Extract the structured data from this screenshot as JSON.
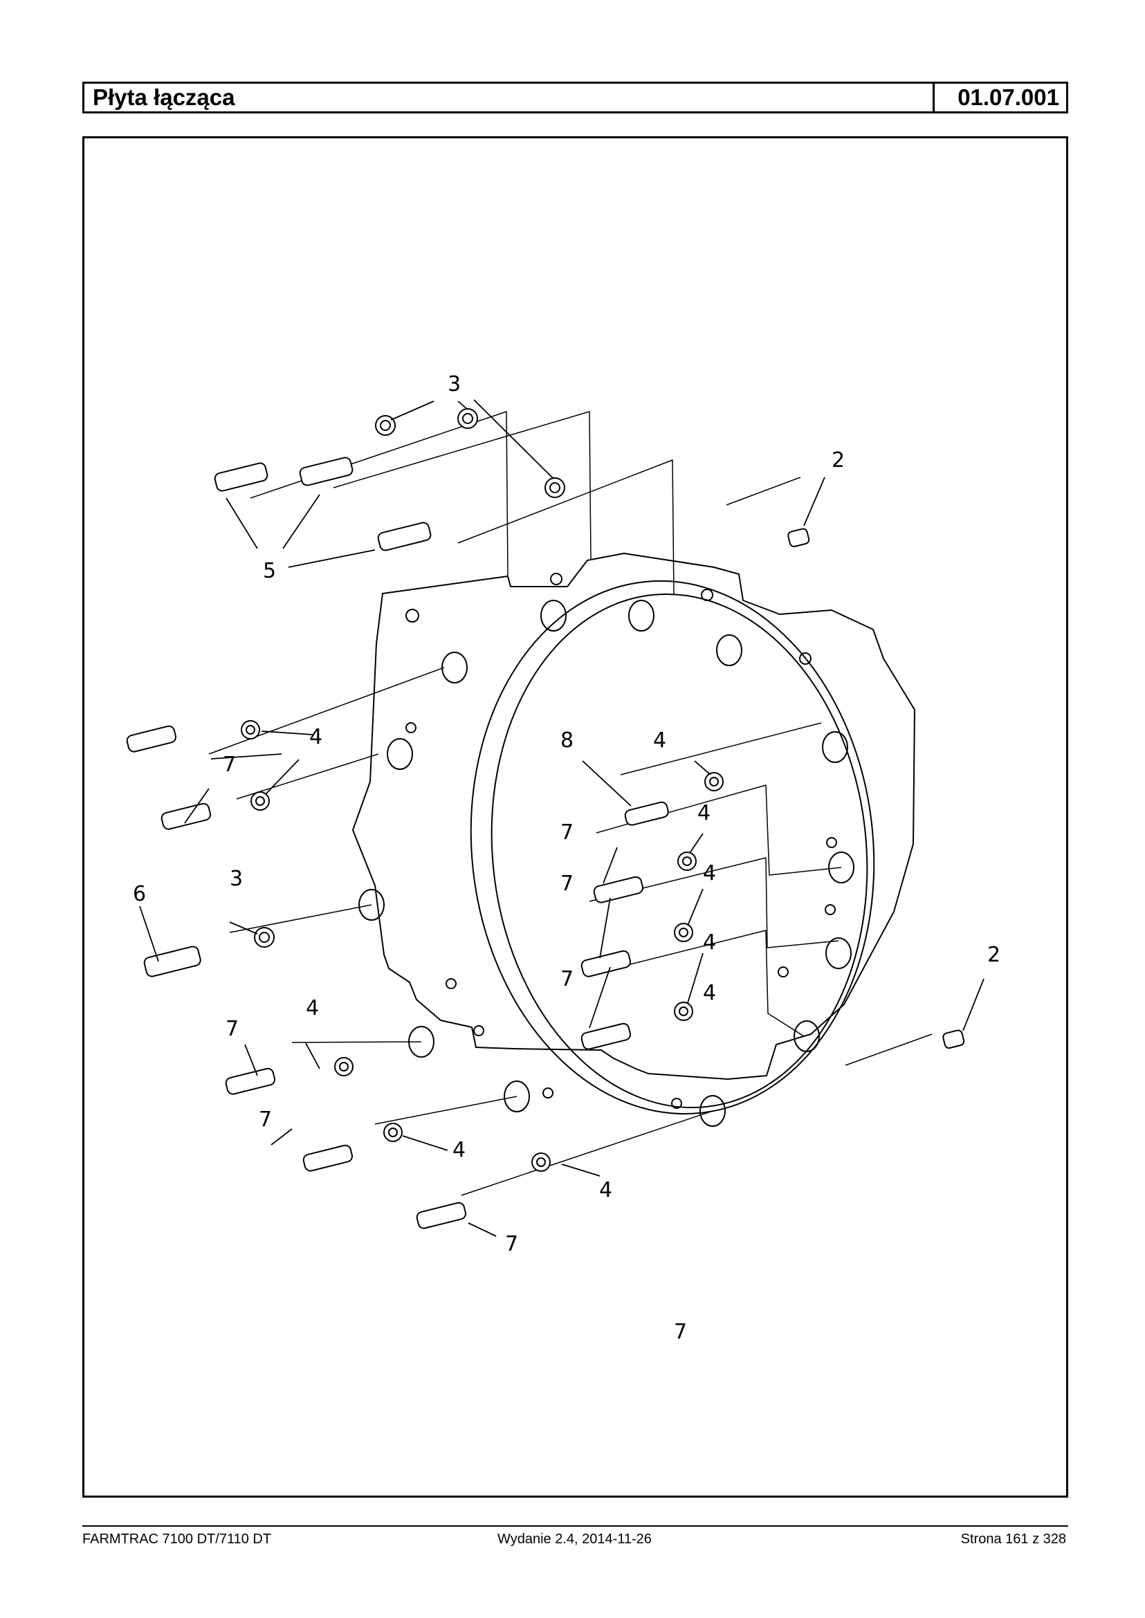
{
  "header": {
    "title": "Płyta łącząca",
    "code": "01.07.001"
  },
  "footer": {
    "model": "FARMTRAC 7100 DT/7110 DT",
    "edition": "Wydanie 2.4,  2014-11-26",
    "page": "Strona 161 z 328"
  },
  "callouts": [
    "3",
    "2",
    "5",
    "4",
    "7",
    "8",
    "4",
    "7",
    "4",
    "7",
    "4",
    "4",
    "6",
    "3",
    "7",
    "4",
    "7",
    "4",
    "2",
    "7",
    "4",
    "7",
    "4",
    "7"
  ]
}
